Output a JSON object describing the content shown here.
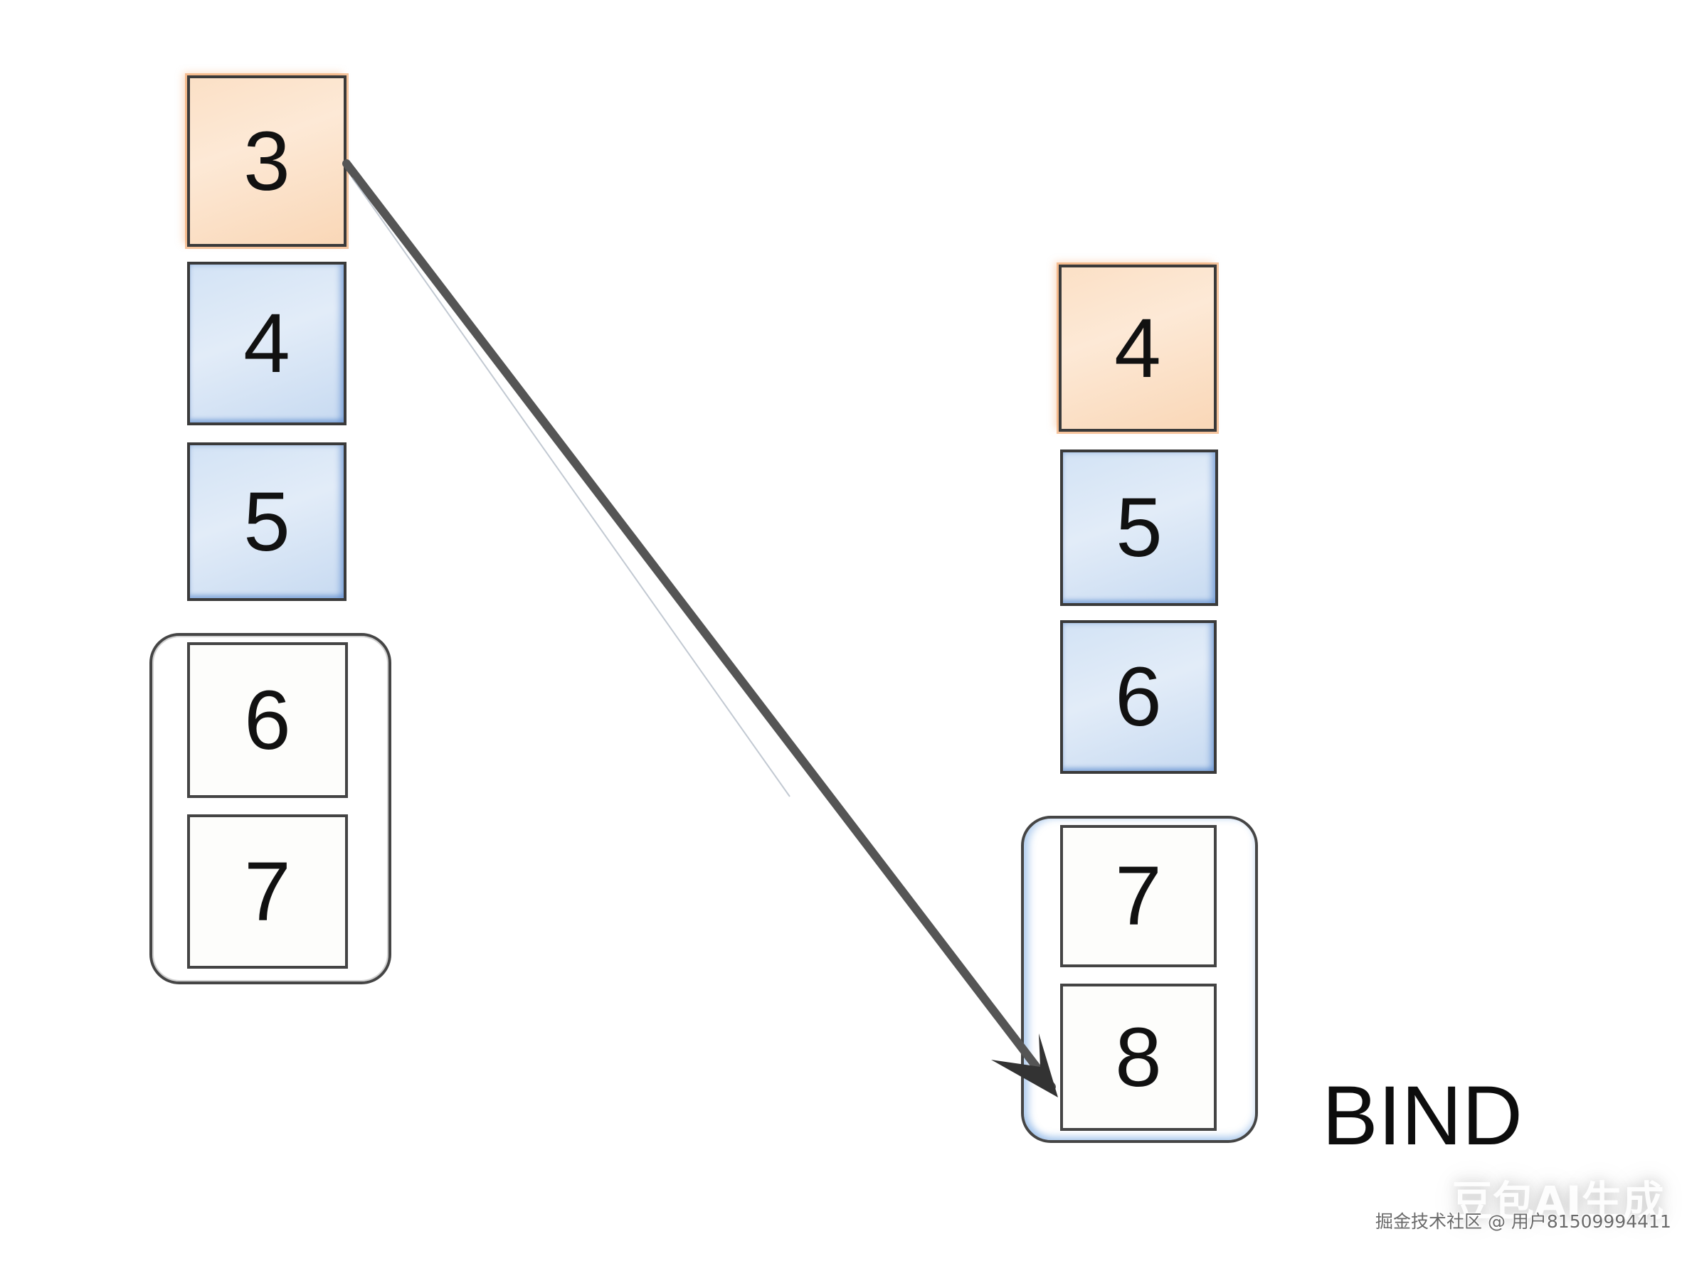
{
  "diagram": {
    "left_stack": {
      "boxes": [
        {
          "label": "3",
          "color": "orange"
        },
        {
          "label": "4",
          "color": "blue"
        },
        {
          "label": "5",
          "color": "blue"
        },
        {
          "label": "6",
          "color": "white"
        },
        {
          "label": "7",
          "color": "white"
        }
      ],
      "grouped_labels": [
        "6",
        "7"
      ]
    },
    "right_stack": {
      "boxes": [
        {
          "label": "4",
          "color": "orange"
        },
        {
          "label": "5",
          "color": "blue"
        },
        {
          "label": "6",
          "color": "blue"
        },
        {
          "label": "7",
          "color": "white"
        },
        {
          "label": "8",
          "color": "white"
        }
      ],
      "grouped_labels": [
        "7",
        "8"
      ]
    },
    "arrow": {
      "from": "left box 3",
      "to": "right box 8",
      "color": "#555555"
    },
    "annotation": "BIND",
    "colors": {
      "orange_fill": "#fbe0c6",
      "orange_edge": "#ec9650",
      "blue_fill": "#d3e3f5",
      "blue_edge": "#2864be",
      "outline": "#3a3a3a"
    }
  },
  "watermark": {
    "generator": "豆包AI生成",
    "credit": "掘金技术社区 @ 用户81509994411"
  }
}
